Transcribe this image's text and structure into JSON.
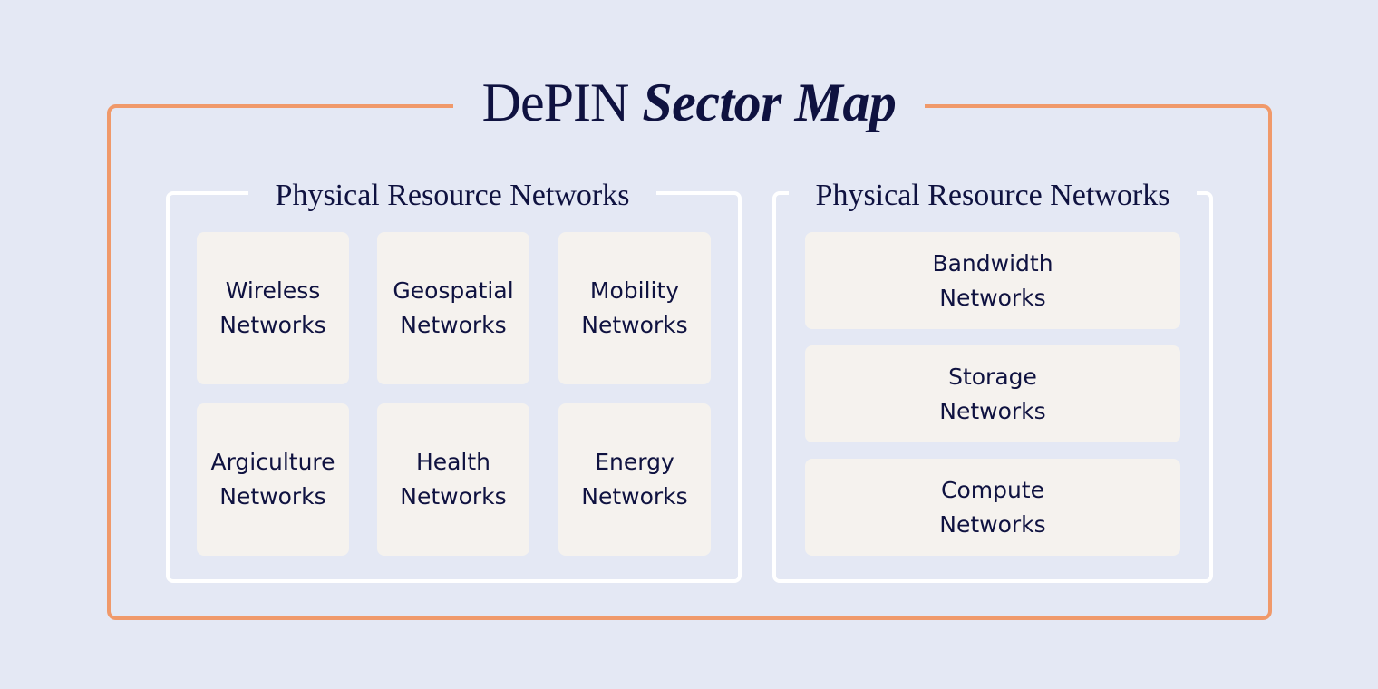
{
  "title": {
    "regular": "DePIN",
    "emphasis": "Sector Map"
  },
  "groups": [
    {
      "title": "Physical Resource Networks",
      "items": [
        {
          "label": "Wireless\nNetworks"
        },
        {
          "label": "Geospatial\nNetworks"
        },
        {
          "label": "Mobility\nNetworks"
        },
        {
          "label": "Argiculture\nNetworks"
        },
        {
          "label": "Health\nNetworks"
        },
        {
          "label": "Energy\nNetworks"
        }
      ]
    },
    {
      "title": "Physical Resource Networks",
      "items": [
        {
          "label": "Bandwidth\nNetworks"
        },
        {
          "label": "Storage\nNetworks"
        },
        {
          "label": "Compute\nNetworks"
        }
      ]
    }
  ],
  "colors": {
    "background": "#e4e8f4",
    "outer_frame": "#f0996a",
    "inner_frame": "#ffffff",
    "tile": "#f5f2ee",
    "text": "#0f1240"
  }
}
